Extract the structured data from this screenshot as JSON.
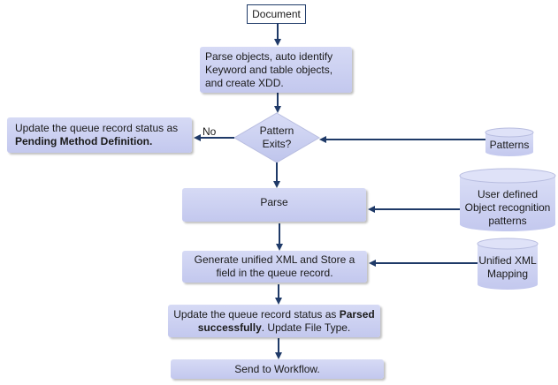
{
  "nodes": {
    "document": "Document",
    "parse_objects": "Parse objects, auto identify Keyword and table objects, and create XDD.",
    "decision": "Pattern Exits?",
    "pending": {
      "pre": "Update the queue record status as ",
      "bold": "Pending Method Definition."
    },
    "patterns": "Patterns",
    "parse": "Parse",
    "user_defined": "User defined Object recognition patterns",
    "generate_xml": "Generate unified XML and Store a field in the queue record.",
    "unified_xml": "Unified XML Mapping",
    "update_parsed": {
      "pre": "Update the queue record status as ",
      "bold": "Parsed successfully",
      "post": ". Update File Type."
    },
    "workflow": "Send to Workflow."
  },
  "edges": {
    "no_label": "No"
  },
  "colors": {
    "process_fill": "#c8cdf0",
    "arrow": "#1f3a68"
  }
}
